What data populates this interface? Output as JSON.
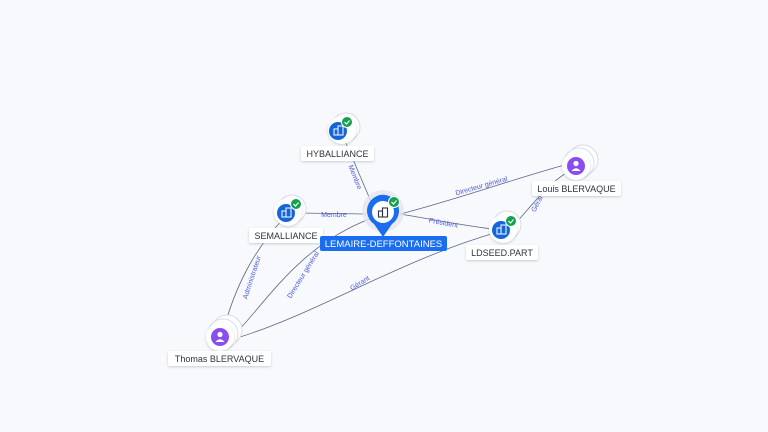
{
  "colors": {
    "background": "#f7f9fc",
    "company_blue": "#1565d8",
    "person_purple": "#8a4df0",
    "verified_green": "#12a150",
    "edge": "#5a6787",
    "edge_label": "#4d5bd8",
    "main_label_bg": "#1a6df0"
  },
  "nodes": {
    "main": {
      "label": "LEMAIRE-DEFFONTAINES",
      "icon": "building-icon",
      "verified": true
    },
    "hyballiance": {
      "label": "HYBALLIANCE",
      "icon": "building-icon",
      "verified": true
    },
    "semalliance": {
      "label": "SEMALLIANCE",
      "icon": "building-icon",
      "verified": true
    },
    "ldseed": {
      "label": "LDSEED.PART",
      "icon": "building-icon",
      "verified": true
    },
    "louis": {
      "label": "Louis BLERVAQUE",
      "icon": "person-icon"
    },
    "thomas": {
      "label": "Thomas BLERVAQUE",
      "icon": "person-icon"
    }
  },
  "edges": {
    "hyb_main": "Membre",
    "sem_main": "Membre",
    "louis_main": "Directeur général",
    "ldseed_main": "Président",
    "louis_ldseed": "Gérant",
    "thomas_sem": "Administrateur",
    "thomas_main": "Directeur général",
    "thomas_ldseed": "Gérant"
  }
}
